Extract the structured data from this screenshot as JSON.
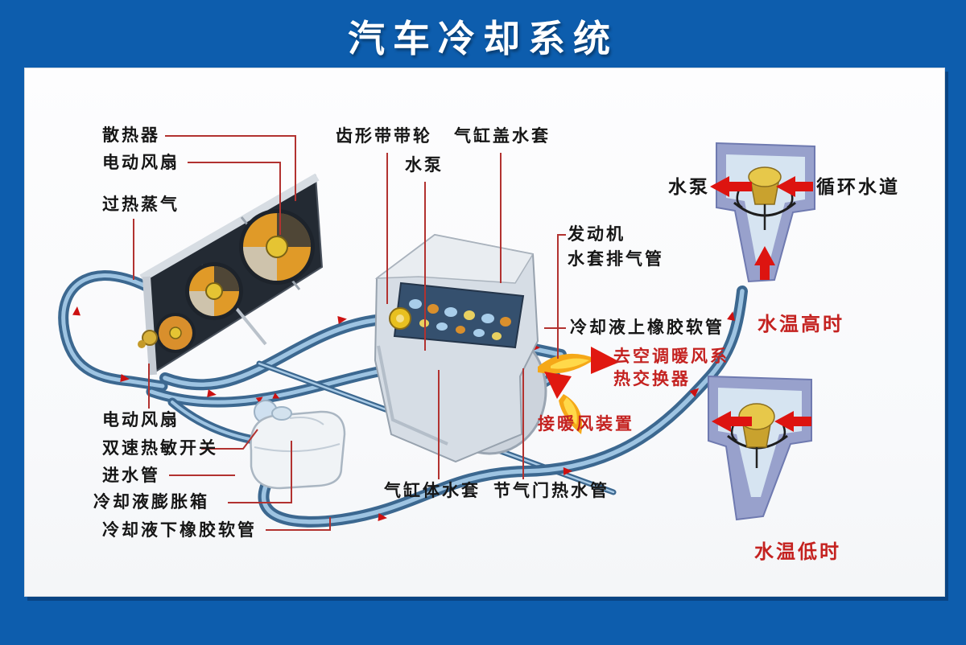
{
  "title": "汽车冷却系统",
  "colors": {
    "frame_blue": "#0d5dad",
    "panel_white": "#fbfcfd",
    "label_black": "#161616",
    "label_red": "#c42220",
    "leader_red": "#b23230",
    "pipe_blue": "#3c6890",
    "fan_orange": "#e09a28",
    "valve_gold": "#d8b13a",
    "housing_periwinkle": "#98a1cc",
    "arrow_red": "#dd1410"
  },
  "labels": {
    "radiator": "散热器",
    "fan_top": "电动风扇",
    "overheat_steam": "过热蒸气",
    "belt_pulley": "齿形带带轮",
    "water_pump": "水泵",
    "head_jacket": "气缸盖水套",
    "engine": "发动机",
    "jacket_exhaust": "水套排气管",
    "upper_hose": "冷却液上橡胶软管",
    "to_heater_line1": "去空调暖风系",
    "to_heater_line2": "热交换器",
    "heater_connect": "接暖风装置",
    "fan_bottom": "电动风扇",
    "dual_speed_switch": "双速热敏开关",
    "inlet_pipe": "进水管",
    "expansion_tank": "冷却液膨胀箱",
    "lower_hose": "冷却液下橡胶软管",
    "block_jacket": "气缸体水套",
    "throttle_pipe": "节气门热水管"
  },
  "thermostat_high": {
    "pump_label": "水泵",
    "channel_label": "循环水道",
    "caption": "水温高时"
  },
  "thermostat_low": {
    "caption": "水温低时"
  }
}
